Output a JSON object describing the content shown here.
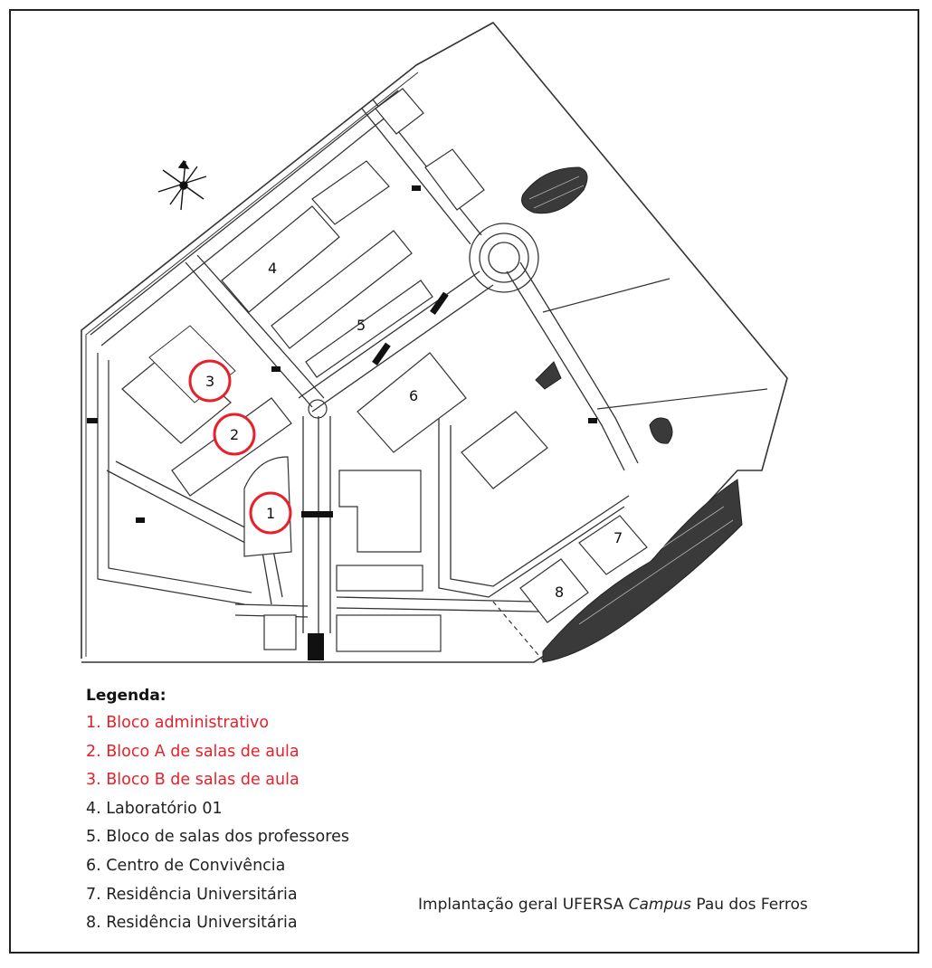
{
  "map": {
    "building_labels": {
      "b1": "1",
      "b2": "2",
      "b3": "3",
      "b4": "4",
      "b5": "5",
      "b6": "6",
      "b7": "7",
      "b8": "8"
    },
    "highlight_color": "#e8202a",
    "north_arrow_icon": "compass-rose-icon"
  },
  "legend": {
    "title": "Legenda:",
    "items": [
      {
        "text": "1. Bloco administrativo",
        "highlighted": true
      },
      {
        "text": "2. Bloco A de salas de aula",
        "highlighted": true
      },
      {
        "text": "3. Bloco B de salas de aula",
        "highlighted": true
      },
      {
        "text": "4. Laboratório 01",
        "highlighted": false
      },
      {
        "text": "5. Bloco de salas dos professores",
        "highlighted": false
      },
      {
        "text": "6. Centro de Convivência",
        "highlighted": false
      },
      {
        "text": "7. Residência Universitária",
        "highlighted": false
      },
      {
        "text": "8. Residência Universitária",
        "highlighted": false
      }
    ]
  },
  "caption": {
    "prefix": "Implantação geral UFERSA ",
    "campus": "Campus",
    "suffix": " Pau dos Ferros"
  }
}
